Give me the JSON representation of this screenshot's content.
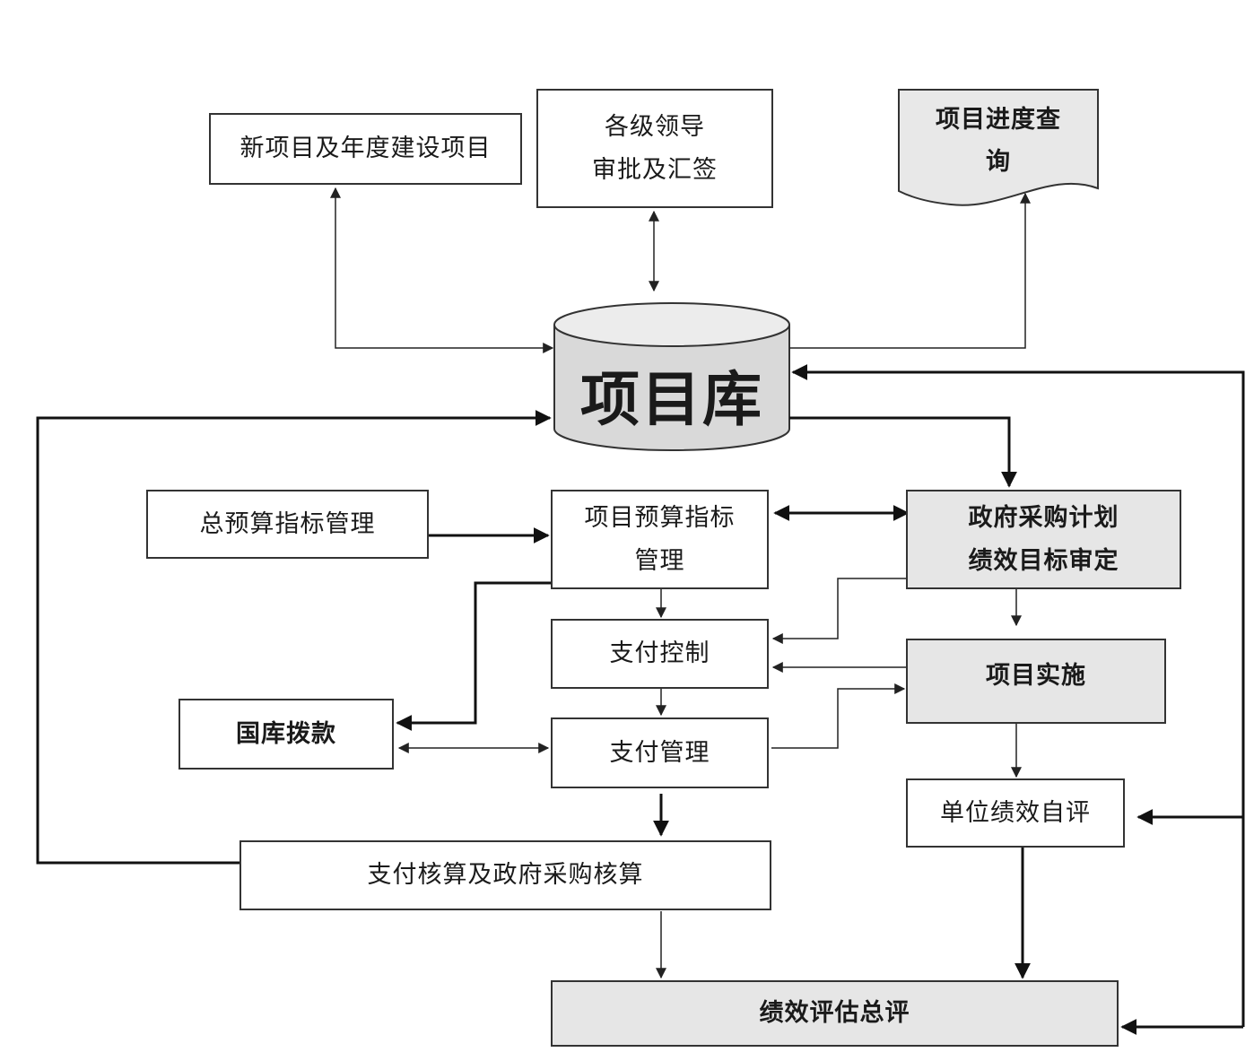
{
  "nodes": {
    "new_project": "新项目及年度建设项目",
    "leader_approval_line1": "各级领导",
    "leader_approval_line2": "审批及汇签",
    "progress_query_line1": "项目进度查",
    "progress_query_line2": "询",
    "project_db": "项目库",
    "total_budget": "总预算指标管理",
    "project_budget_line1": "项目预算指标",
    "project_budget_line2": "管理",
    "gov_procurement_line1": "政府采购计划",
    "gov_procurement_line2": "绩效目标审定",
    "payment_control": "支付控制",
    "project_impl": "项目实施",
    "treasury_allocation": "国库拨款",
    "payment_mgmt": "支付管理",
    "unit_self_eval": "单位绩效自评",
    "payment_accounting": "支付核算及政府采购核算",
    "performance_eval": "绩效评估总评"
  },
  "colors": {
    "line": "#222222",
    "box_border": "#333333",
    "shaded_fill": "#e6e6e6",
    "db_fill": "#d9d9d9"
  }
}
